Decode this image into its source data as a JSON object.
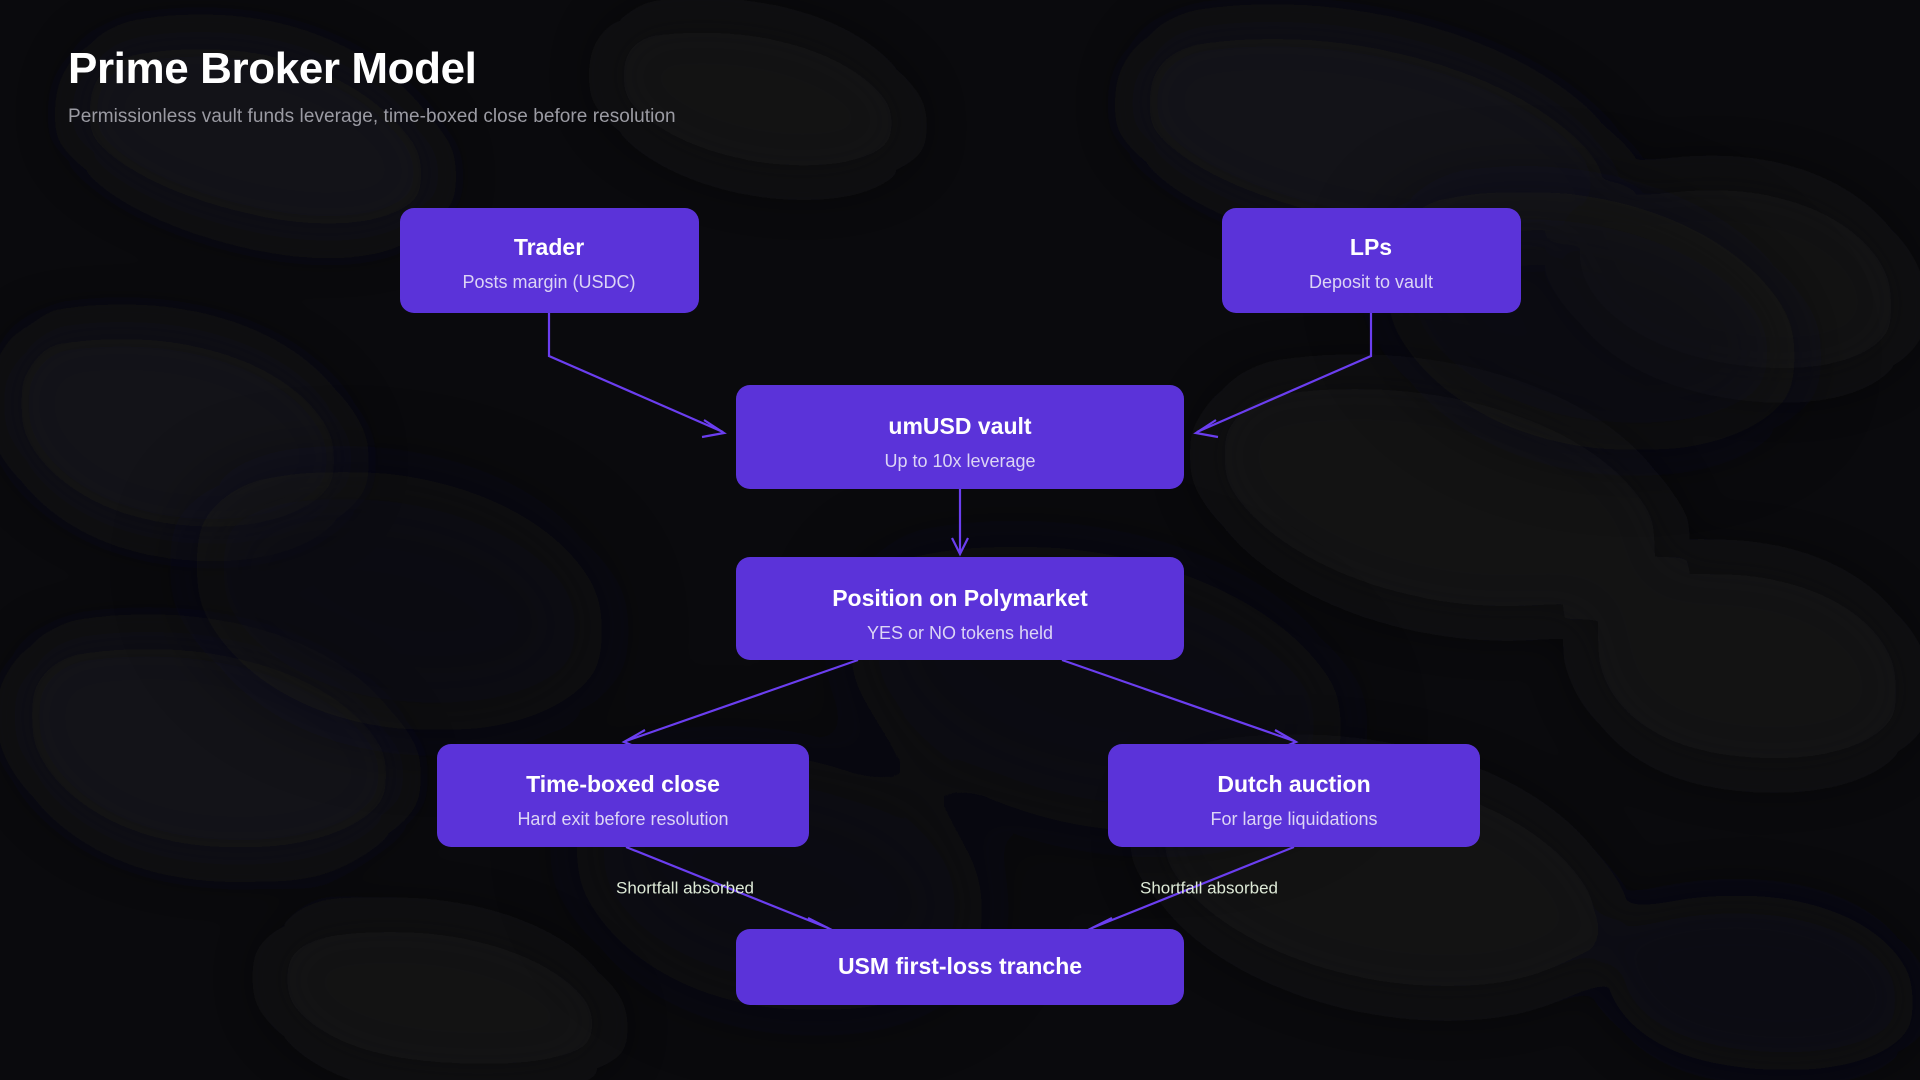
{
  "header": {
    "title": "Prime Broker Model",
    "subtitle": "Permissionless vault funds leverage, time-boxed close before resolution"
  },
  "colors": {
    "background": "#0a0a0d",
    "node_fill": "#5b33d9",
    "node_title": "#ffffff",
    "node_subtitle": "#dcd5f5",
    "edge_stroke": "#6b3ef0",
    "edge_label": "#dde9d6",
    "title_text": "#ffffff",
    "subtitle_text": "#9b9ba3"
  },
  "diagram": {
    "type": "flowchart",
    "direction": "top-down",
    "nodes": [
      {
        "id": "trader",
        "title": "Trader",
        "subtitle": "Posts margin (USDC)"
      },
      {
        "id": "lps",
        "title": "LPs",
        "subtitle": "Deposit to vault"
      },
      {
        "id": "vault",
        "title": "umUSD vault",
        "subtitle": "Up to 10x leverage"
      },
      {
        "id": "position",
        "title": "Position on Polymarket",
        "subtitle": "YES or NO tokens held"
      },
      {
        "id": "timeboxed",
        "title": "Time-boxed close",
        "subtitle": "Hard exit before resolution"
      },
      {
        "id": "dutch",
        "title": "Dutch auction",
        "subtitle": "For large liquidations"
      },
      {
        "id": "usm",
        "title": "USM first-loss tranche",
        "subtitle": ""
      }
    ],
    "edges": [
      {
        "from": "trader",
        "to": "vault",
        "label": ""
      },
      {
        "from": "lps",
        "to": "vault",
        "label": ""
      },
      {
        "from": "vault",
        "to": "position",
        "label": ""
      },
      {
        "from": "position",
        "to": "timeboxed",
        "label": ""
      },
      {
        "from": "position",
        "to": "dutch",
        "label": ""
      },
      {
        "from": "timeboxed",
        "to": "usm",
        "label": "Shortfall absorbed"
      },
      {
        "from": "dutch",
        "to": "usm",
        "label": "Shortfall absorbed"
      }
    ]
  }
}
